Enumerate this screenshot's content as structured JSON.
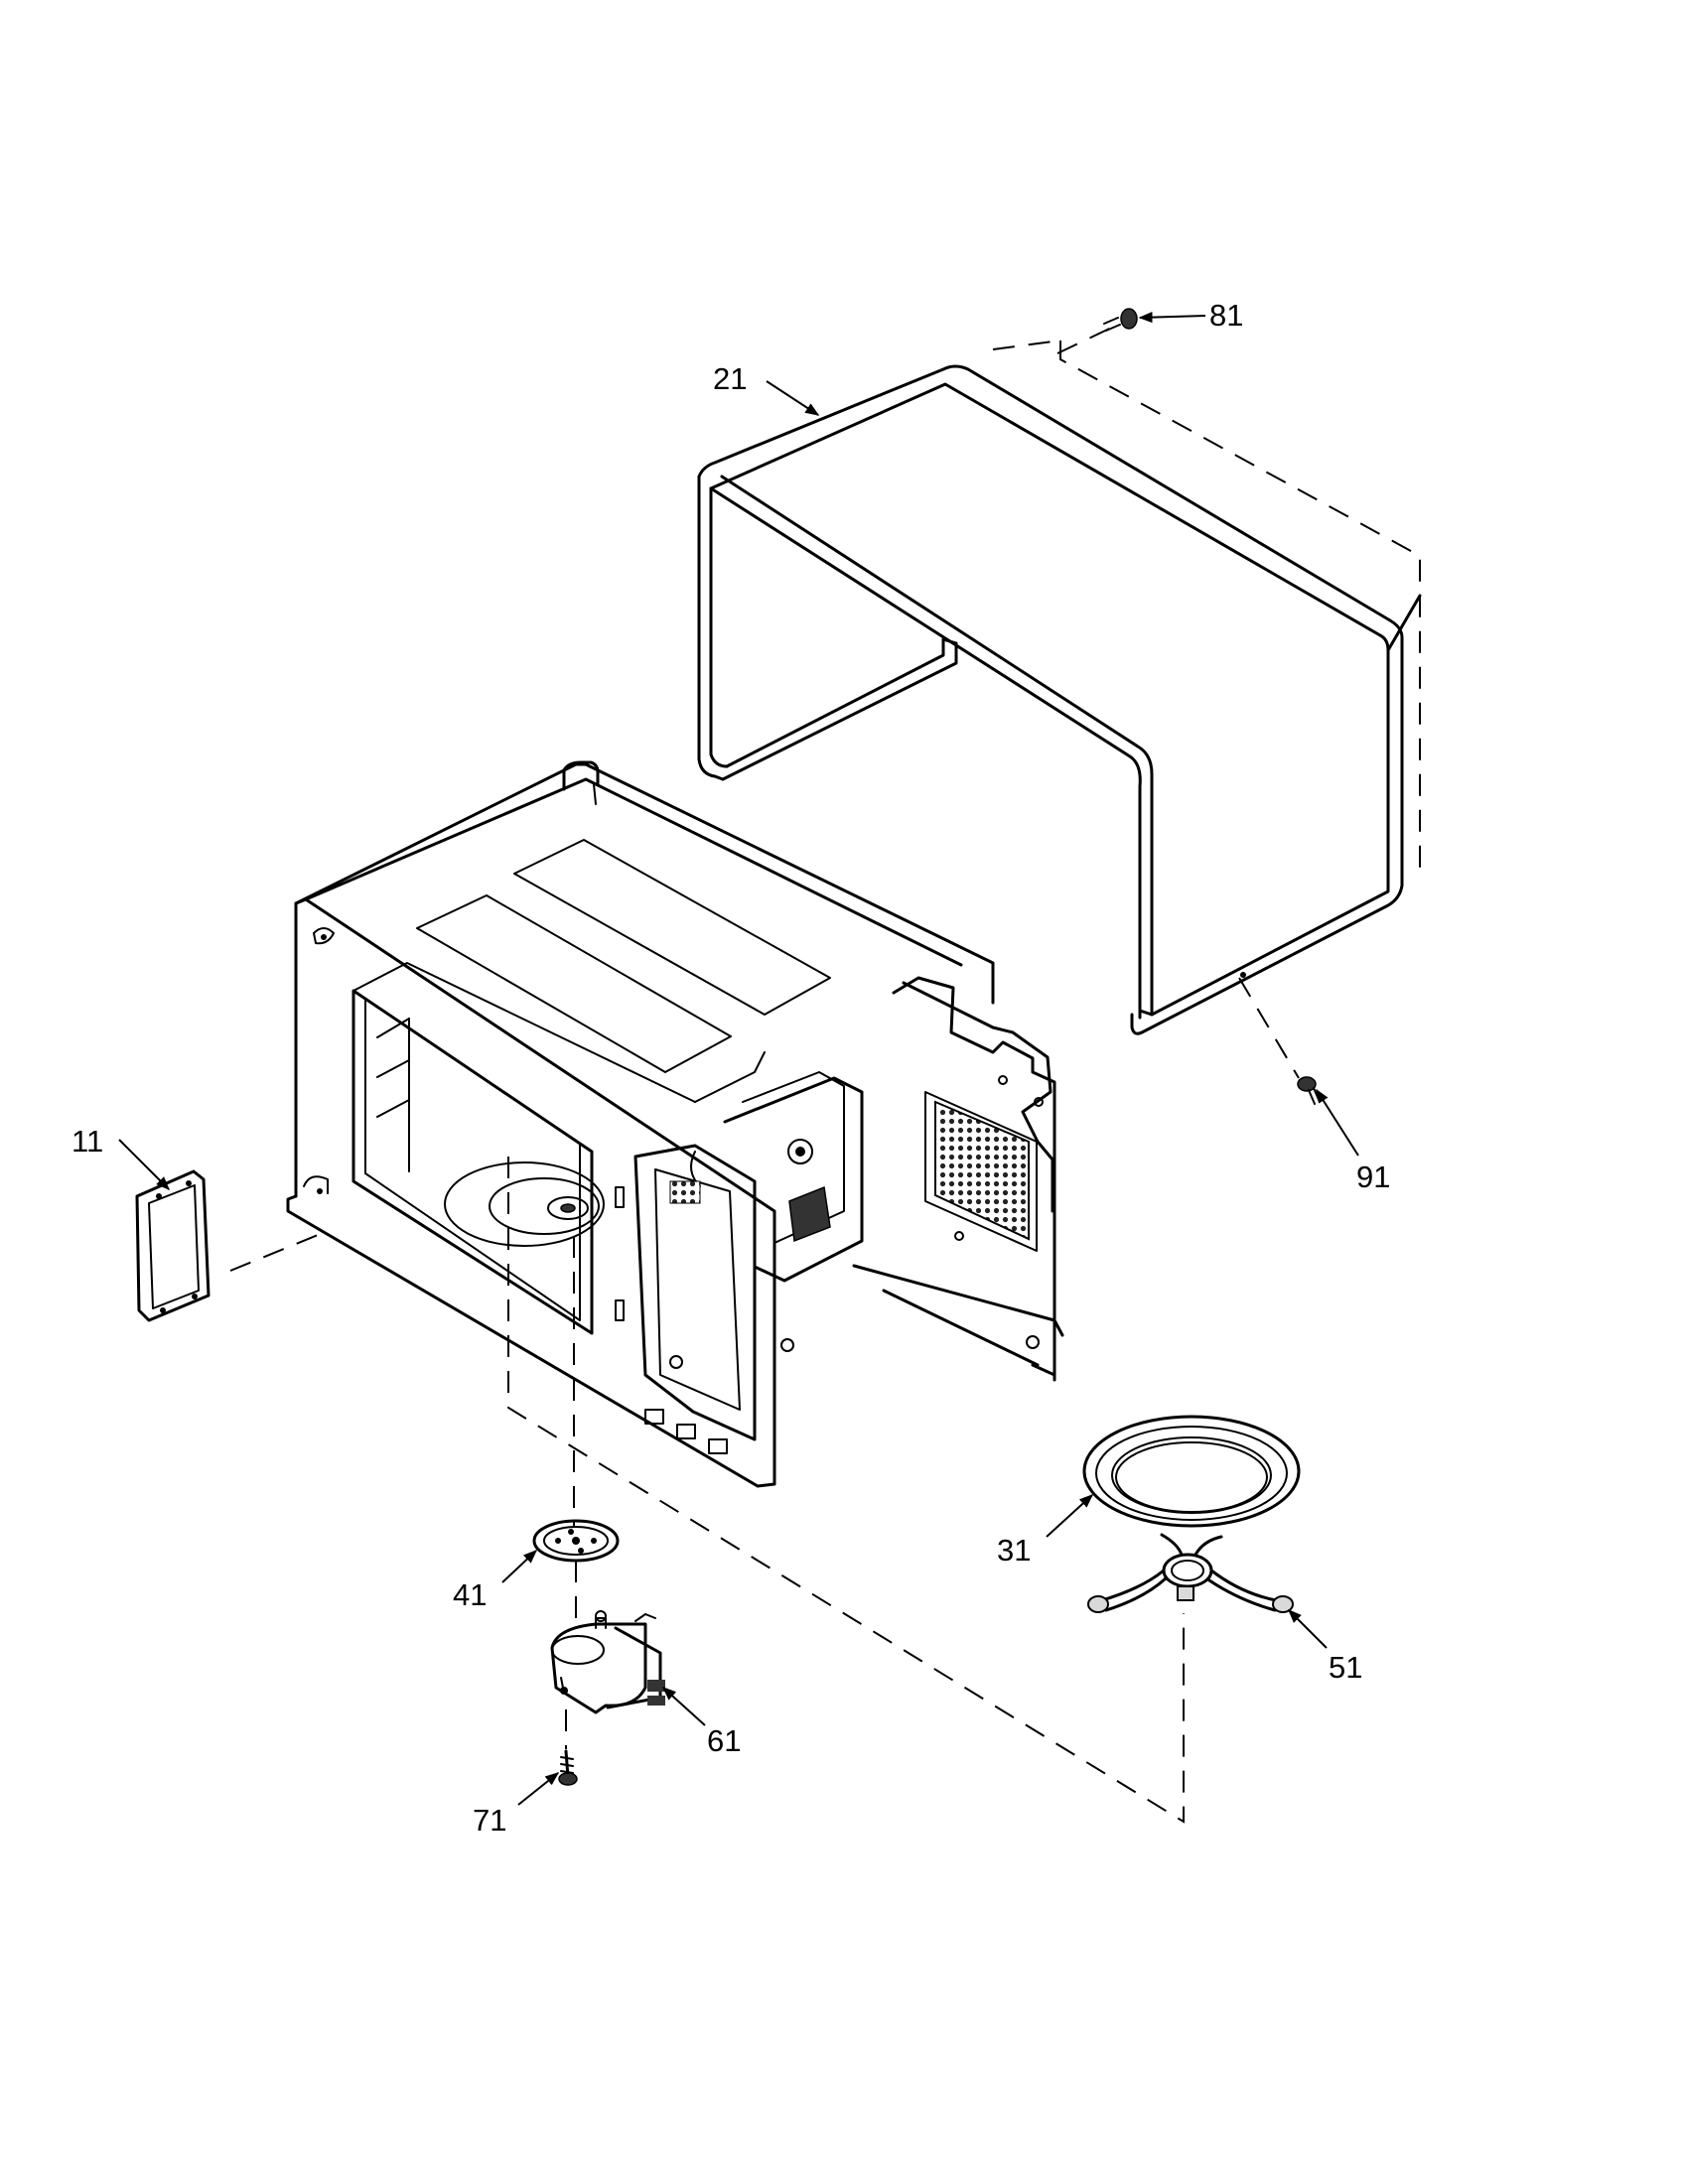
{
  "callouts": {
    "c11": "11",
    "c21": "21",
    "c31": "31",
    "c41": "41",
    "c51": "51",
    "c61": "61",
    "c71": "71",
    "c81": "81",
    "c91": "91"
  }
}
